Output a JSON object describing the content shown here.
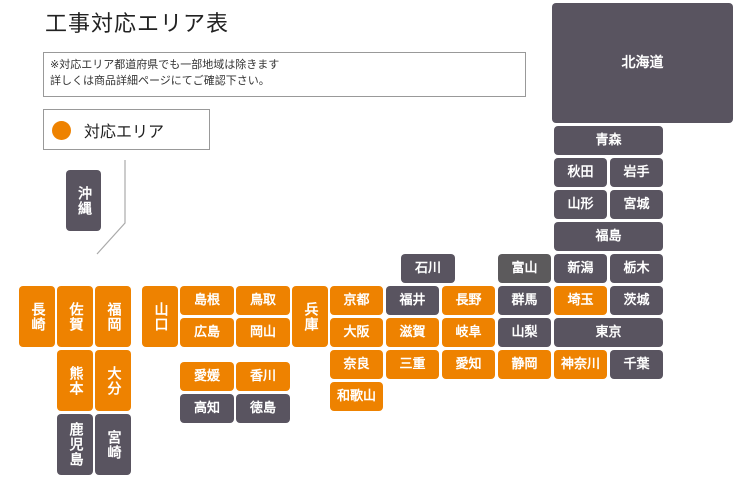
{
  "title": "工事対応エリア表",
  "note": {
    "line1": "※対応エリア都道府県でも一部地域は除きます",
    "line2": "詳しくは商品詳細ページにてご確認下さい。"
  },
  "legend": {
    "label": "対応エリア",
    "color": "#EE8200"
  },
  "colors": {
    "covered": "#EE8200",
    "not_covered": "#595460"
  },
  "prefectures": {
    "hokkaido": {
      "name": "北海道",
      "covered": false
    },
    "aomori": {
      "name": "青森",
      "covered": false
    },
    "akita": {
      "name": "秋田",
      "covered": false
    },
    "iwate": {
      "name": "岩手",
      "covered": false
    },
    "yamagata": {
      "name": "山形",
      "covered": false
    },
    "miyagi": {
      "name": "宮城",
      "covered": false
    },
    "fukushima": {
      "name": "福島",
      "covered": false
    },
    "ishikawa": {
      "name": "石川",
      "covered": false
    },
    "toyama": {
      "name": "富山",
      "covered": false
    },
    "niigata": {
      "name": "新潟",
      "covered": false
    },
    "tochigi": {
      "name": "栃木",
      "covered": false
    },
    "kyoto": {
      "name": "京都",
      "covered": true
    },
    "fukui": {
      "name": "福井",
      "covered": false
    },
    "nagano": {
      "name": "長野",
      "covered": true
    },
    "gunma": {
      "name": "群馬",
      "covered": false
    },
    "saitama": {
      "name": "埼玉",
      "covered": true
    },
    "ibaraki": {
      "name": "茨城",
      "covered": false
    },
    "osaka": {
      "name": "大阪",
      "covered": true
    },
    "shiga": {
      "name": "滋賀",
      "covered": true
    },
    "gifu": {
      "name": "岐阜",
      "covered": true
    },
    "yamanashi": {
      "name": "山梨",
      "covered": false
    },
    "tokyo": {
      "name": "東京",
      "covered": false
    },
    "nara": {
      "name": "奈良",
      "covered": true
    },
    "mie": {
      "name": "三重",
      "covered": true
    },
    "aichi": {
      "name": "愛知",
      "covered": true
    },
    "shizuoka": {
      "name": "静岡",
      "covered": true
    },
    "kanagawa": {
      "name": "神奈川",
      "covered": true
    },
    "chiba": {
      "name": "千葉",
      "covered": false
    },
    "wakayama": {
      "name": "和歌山",
      "covered": true
    },
    "hyogo": {
      "name": "兵庫",
      "covered": true
    },
    "shimane": {
      "name": "島根",
      "covered": true
    },
    "tottori": {
      "name": "鳥取",
      "covered": true
    },
    "hiroshima": {
      "name": "広島",
      "covered": true
    },
    "okayama": {
      "name": "岡山",
      "covered": true
    },
    "yamaguchi": {
      "name": "山口",
      "covered": true
    },
    "ehime": {
      "name": "愛媛",
      "covered": true
    },
    "kagawa": {
      "name": "香川",
      "covered": true
    },
    "kochi": {
      "name": "高知",
      "covered": false
    },
    "tokushima": {
      "name": "徳島",
      "covered": false
    },
    "nagasaki": {
      "name": "長崎",
      "covered": true
    },
    "saga": {
      "name": "佐賀",
      "covered": true
    },
    "fukuoka": {
      "name": "福岡",
      "covered": true
    },
    "kumamoto": {
      "name": "熊本",
      "covered": true
    },
    "oita": {
      "name": "大分",
      "covered": true
    },
    "kagoshima": {
      "name": "鹿児島",
      "covered": false
    },
    "miyazaki": {
      "name": "宮崎",
      "covered": false
    },
    "okinawa": {
      "name": "沖縄",
      "covered": false
    }
  }
}
